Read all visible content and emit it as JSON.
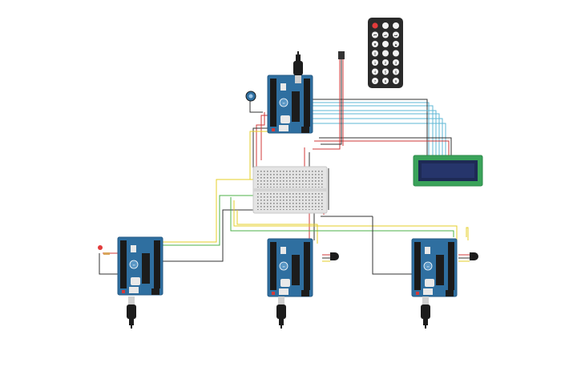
{
  "canvas": {
    "background": "#ffffff"
  },
  "colors": {
    "board": "#2f6fa0",
    "board_dark": "#245a85",
    "header": "#1a1a1a",
    "chip": "#1c1c1c",
    "breadboard": "#e4e4e4",
    "lcd_pcb": "#3aa35a",
    "lcd_screen": "#1e2a55",
    "remote": "#2a2a2a",
    "wire_red": "#d23a3a",
    "wire_black": "#333333",
    "wire_blue": "#5db7d6",
    "wire_yellow": "#e6cf2a",
    "wire_green": "#4cb04a"
  },
  "remote": {
    "power_icon": "power-icon",
    "buttons": [
      "⏻",
      "",
      "",
      "⏮",
      "⏯",
      "⏭",
      "▼",
      "",
      "▲",
      "0",
      "",
      "",
      "1",
      "2",
      "3",
      "4",
      "5",
      "6",
      "7",
      "8",
      "9"
    ]
  },
  "components": {
    "boards": [
      "arduino-uno-main",
      "arduino-uno-left",
      "arduino-uno-middle",
      "arduino-uno-right"
    ],
    "plugs": [
      "usb-cable-main",
      "usb-cable-left",
      "usb-cable-middle",
      "usb-cable-right"
    ],
    "others": [
      "breadboard",
      "lcd-16x2",
      "ir-remote",
      "ir-receiver",
      "potentiometer",
      "led",
      "temperature-sensor-middle",
      "temperature-sensor-right"
    ]
  }
}
